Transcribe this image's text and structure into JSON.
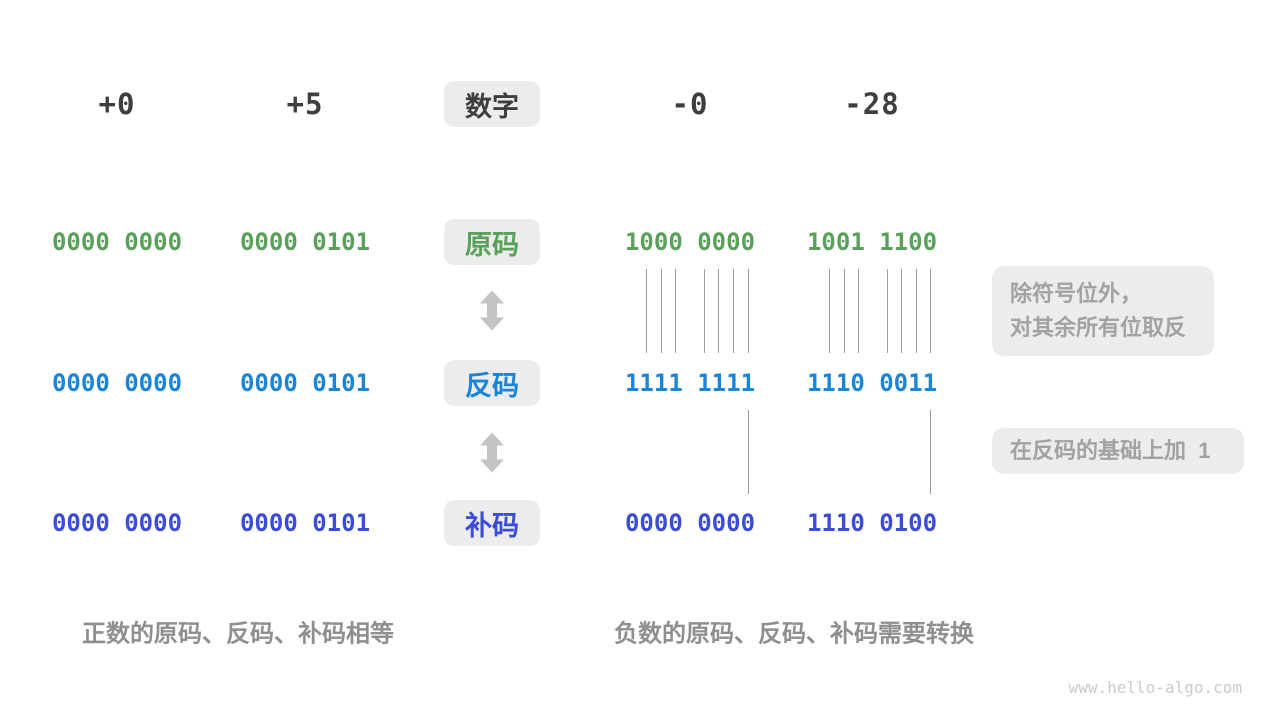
{
  "header": {
    "numbers": [
      "+0",
      "+5",
      "-0",
      "-28"
    ],
    "label": "数字"
  },
  "rows": [
    {
      "label": "原码",
      "color": "#5aa05a",
      "values": [
        "0000 0000",
        "0000 0101",
        "1000 0000",
        "1001 1100"
      ]
    },
    {
      "label": "反码",
      "color": "#1b84d6",
      "values": [
        "0000 0000",
        "0000 0101",
        "1111 1111",
        "1110 0011"
      ]
    },
    {
      "label": "补码",
      "color": "#3d4cd6",
      "values": [
        "0000 0000",
        "0000 0101",
        "0000 0000",
        "1110 0100"
      ]
    }
  ],
  "annotations": {
    "invert_note_line1": "除符号位外，",
    "invert_note_line2": "对其余所有位取反",
    "add_one_note": "在反码的基础上加  1"
  },
  "captions": {
    "positive": "正数的原码、反码、补码相等",
    "negative": "负数的原码、反码、补码需要转换"
  },
  "watermark": "www.hello-algo.com",
  "colors": {
    "sign_magnitude_green": "#5aa05a",
    "ones_complement_blue": "#1b84d6",
    "twos_complement_indigo": "#3d4cd6",
    "tag_background": "#ececec",
    "dark_text": "#3e3e3e",
    "note_text": "#a2a2a2",
    "caption_text": "#8f8f8f",
    "connector_line": "#9c9c9c",
    "arrow_gray": "#c4c4c4"
  }
}
